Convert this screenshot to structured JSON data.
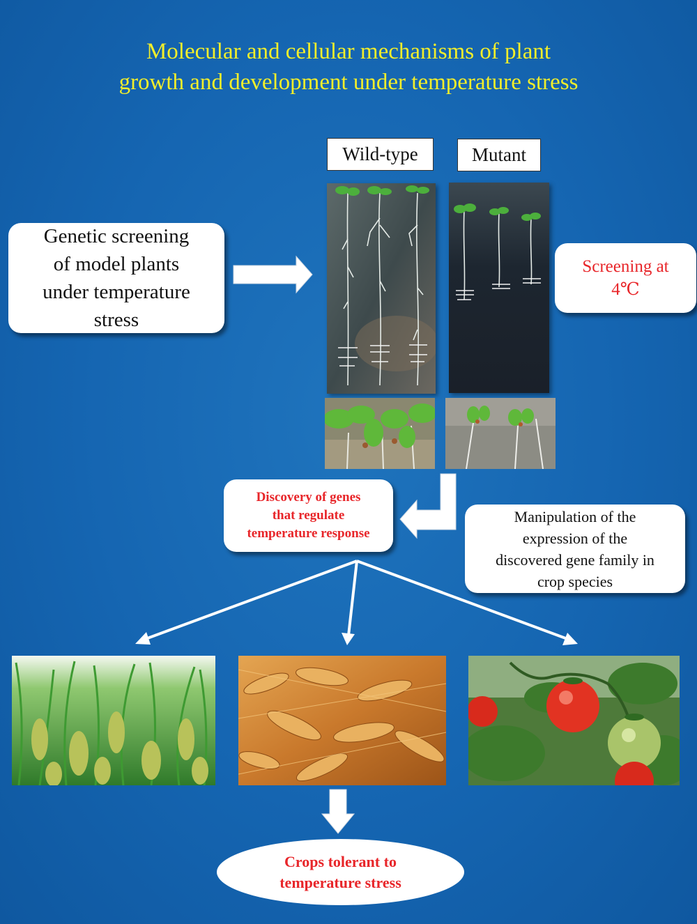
{
  "title": {
    "line1": "Molecular and cellular mechanisms of plant",
    "line2": "growth and development under temperature stress"
  },
  "screening_box": {
    "line1": "Genetic screening",
    "line2": "of model plants",
    "line3": "under temperature",
    "line4": "stress"
  },
  "labels": {
    "wild_type": "Wild-type",
    "mutant": "Mutant"
  },
  "condition_box": {
    "line1": "Screening at",
    "line2": "4℃"
  },
  "discovery_box": {
    "line1": "Discovery of genes",
    "line2": "that regulate",
    "line3": "temperature response"
  },
  "manipulation_box": {
    "line1": "Manipulation of the",
    "line2": "expression of the",
    "line3": "discovered gene family in",
    "line4": "crop species"
  },
  "result": {
    "line1": "Crops tolerant to",
    "line2": "temperature stress"
  },
  "colors": {
    "background": "#1565b1",
    "title": "#f2ee2a",
    "highlight_text": "#e8262a",
    "arrow": "#ffffff"
  }
}
